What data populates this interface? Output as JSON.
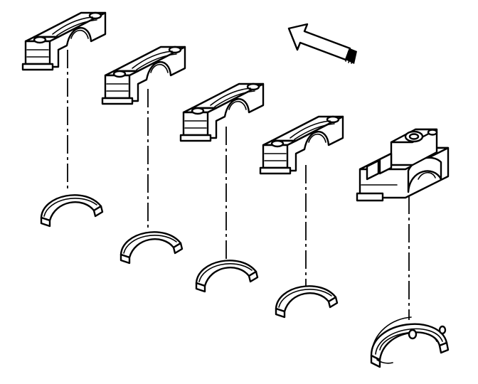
{
  "diagram": {
    "style": {
      "ink": "#000000",
      "paper": "#ffffff"
    },
    "direction_arrow": {
      "icon": "front-direction-arrow-icon",
      "points_toward": "upper-left"
    },
    "caps": [
      {
        "id": 1,
        "icon": "main-bearing-cap-icon",
        "type": "standard"
      },
      {
        "id": 2,
        "icon": "main-bearing-cap-icon",
        "type": "standard"
      },
      {
        "id": 3,
        "icon": "main-bearing-cap-icon",
        "type": "standard"
      },
      {
        "id": 4,
        "icon": "main-bearing-cap-icon",
        "type": "standard"
      },
      {
        "id": 5,
        "icon": "rear-main-bearing-cap-icon",
        "type": "rear-with-oil-pump-mount"
      }
    ],
    "bearings": [
      {
        "id": 1,
        "icon": "bearing-shell-icon",
        "flanged": false
      },
      {
        "id": 2,
        "icon": "bearing-shell-icon",
        "flanged": false
      },
      {
        "id": 3,
        "icon": "bearing-shell-icon",
        "flanged": false
      },
      {
        "id": 4,
        "icon": "bearing-shell-icon",
        "flanged": false
      },
      {
        "id": 5,
        "icon": "thrust-bearing-shell-icon",
        "flanged": true
      }
    ]
  }
}
